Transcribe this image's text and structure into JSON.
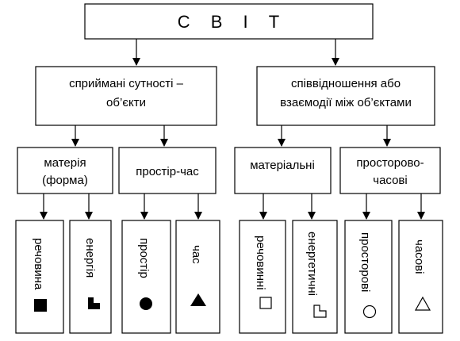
{
  "diagram": {
    "root": {
      "label": "С В І Т"
    },
    "level1": [
      {
        "lines": [
          "сприймані сутності –",
          "об’єкти"
        ]
      },
      {
        "lines": [
          "співвідношення або",
          "взаємодії між об’єктами"
        ]
      }
    ],
    "level2": [
      {
        "lines": [
          "матерія",
          "(форма)"
        ]
      },
      {
        "lines": [
          "простір-час"
        ]
      },
      {
        "lines": [
          "матеріальні"
        ]
      },
      {
        "lines": [
          "просторово-",
          "часові"
        ]
      }
    ],
    "leaves": [
      {
        "label": "речовина",
        "symbol": "filled-square-icon"
      },
      {
        "label": "енергія",
        "symbol": "filled-l-shape-icon"
      },
      {
        "label": "простір",
        "symbol": "filled-circle-icon"
      },
      {
        "label": "час",
        "symbol": "filled-triangle-icon"
      },
      {
        "label": "речовинні",
        "symbol": "outline-square-icon"
      },
      {
        "label": "енергетичні",
        "symbol": "outline-l-shape-icon"
      },
      {
        "label": "просторові",
        "symbol": "outline-circle-icon"
      },
      {
        "label": "часові",
        "symbol": "outline-triangle-icon"
      }
    ],
    "colors": {
      "stroke": "#000000",
      "background": "#ffffff"
    }
  }
}
